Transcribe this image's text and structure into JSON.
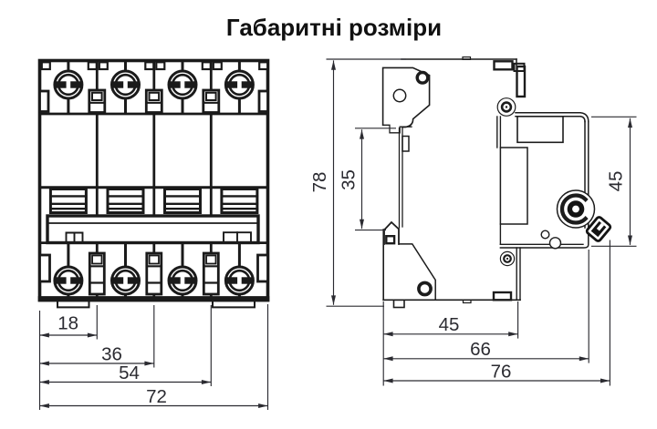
{
  "title": "Габаритні розміри",
  "front_view": {
    "dims": {
      "w1": "18",
      "w2": "36",
      "w3": "54",
      "w4": "72"
    }
  },
  "side_view": {
    "dims": {
      "height": "78",
      "rail_window": "35",
      "depth_upper": "45",
      "d1": "45",
      "d2": "66",
      "d3": "76"
    }
  },
  "colors": {
    "ink": "#1a1a1a",
    "dim_ink": "#2b2b31",
    "background": "#ffffff"
  }
}
